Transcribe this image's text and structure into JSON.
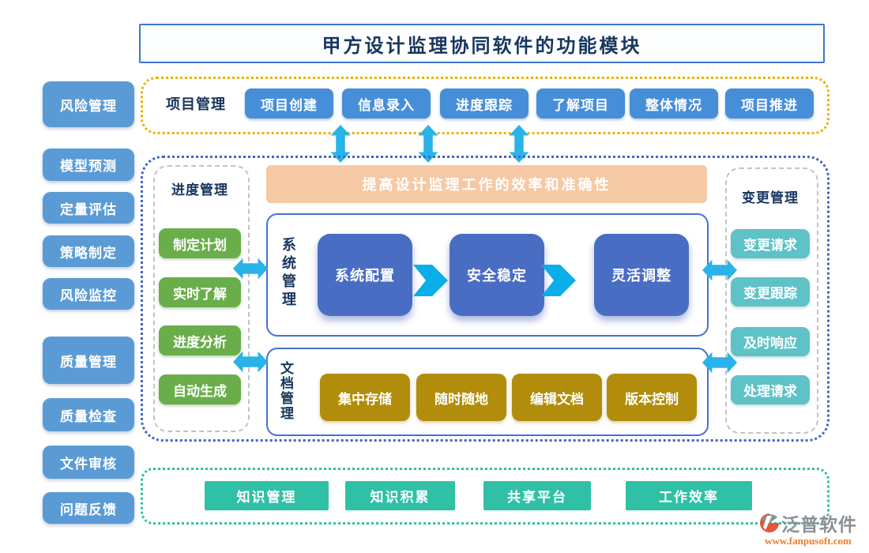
{
  "title": "甲方设计监理协同软件的功能模块",
  "sidebar": {
    "items": [
      "风险管理",
      "模型预测",
      "定量评估",
      "策略制定",
      "风险监控",
      "质量管理",
      "质量检查",
      "文件审核",
      "问题反馈"
    ]
  },
  "project": {
    "label": "项目管理",
    "items": [
      "项目创建",
      "信息录入",
      "进度跟踪",
      "了解项目",
      "整体情况",
      "项目推进"
    ]
  },
  "progress": {
    "label": "进度管理",
    "items": [
      "制定计划",
      "实时了解",
      "进度分析",
      "自动生成"
    ]
  },
  "banner": "提高设计监理工作的效率和准确性",
  "system": {
    "label": "系统管理",
    "items": [
      "系统配置",
      "安全稳定",
      "灵活调整"
    ]
  },
  "document": {
    "label": "文档管理",
    "items": [
      "集中存储",
      "随时随地",
      "编辑文档",
      "版本控制"
    ]
  },
  "change": {
    "label": "变更管理",
    "items": [
      "变更请求",
      "变更跟踪",
      "及时响应",
      "处理请求"
    ]
  },
  "knowledge": {
    "items": [
      "知识管理",
      "知识积累",
      "共享平台",
      "工作效率"
    ]
  },
  "logo": {
    "name": "泛普软件",
    "url": "www.fanpusoft.com"
  },
  "colors": {
    "sidebar_blue": "#5b9bd5",
    "project_blue": "#468ed8",
    "royal_blue": "#4a6dc4",
    "green": "#6aae4b",
    "gold": "#b18d0b",
    "teal_light": "#5ec2c7",
    "teal_green": "#30c0a5",
    "peach": "#f6c9a5",
    "cyan_arrow": "#0aafe8",
    "border_yellow": "#f1ae00",
    "border_blue_dotted": "#4364c8",
    "navy_text": "#17365d"
  }
}
